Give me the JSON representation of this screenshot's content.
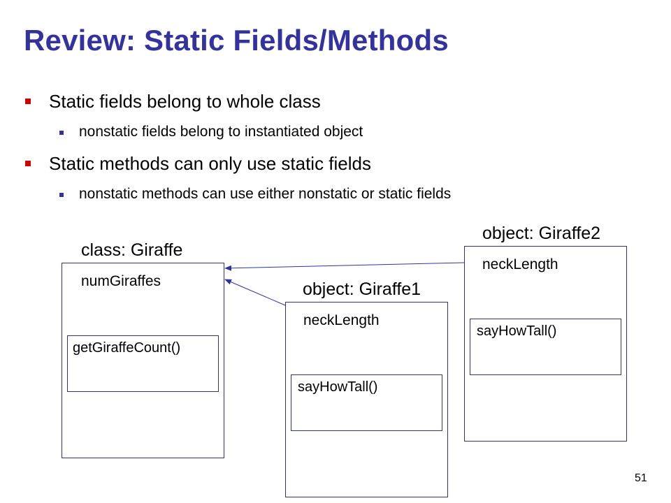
{
  "slide": {
    "title": "Review: Static Fields/Methods",
    "bullets": [
      {
        "text": "Static fields belong to whole class",
        "level": 1
      },
      {
        "text": "nonstatic fields belong to instantiated object",
        "level": 2
      },
      {
        "text": "Static methods can only use static fields",
        "level": 1
      },
      {
        "text": "nonstatic methods can use either nonstatic or static fields",
        "level": 2
      }
    ],
    "page_number": "51"
  },
  "diagram": {
    "class_box": {
      "label": "class: Giraffe",
      "field": "numGiraffes",
      "method": "getGiraffeCount()"
    },
    "object1": {
      "label": "object: Giraffe1",
      "field": "neckLength",
      "method": "sayHowTall()"
    },
    "object2": {
      "label": "object: Giraffe2",
      "field": "neckLength",
      "method": "sayHowTall()"
    }
  },
  "colors": {
    "title": "#333399",
    "bullet_level1": "#cc0000",
    "bullet_level2": "#333399",
    "box_border": "#333366",
    "arrow": "#333399"
  }
}
